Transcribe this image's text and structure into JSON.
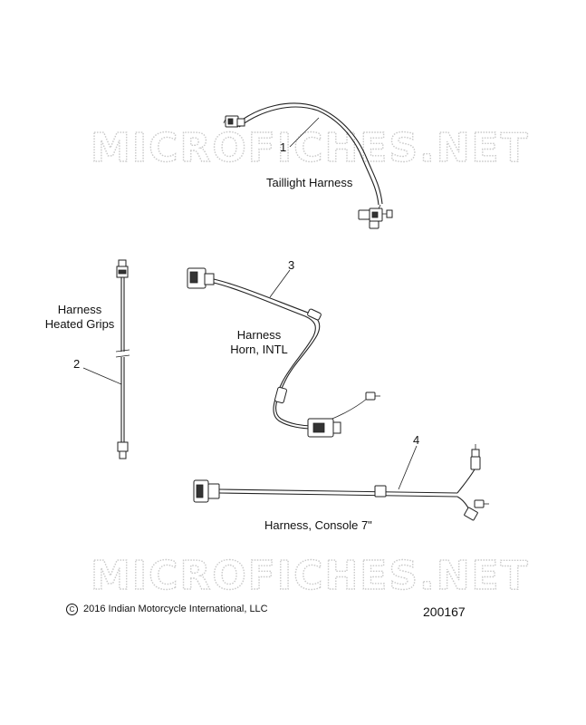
{
  "watermark": "MICROFICHES.NET",
  "callouts": {
    "c1": "1",
    "c2": "2",
    "c3": "3",
    "c4": "4"
  },
  "labels": {
    "taillight": "Taillight Harness",
    "grips_line1": "Harness",
    "grips_line2": "Heated Grips",
    "horn_line1": "Harness",
    "horn_line2": "Horn, INTL",
    "console": "Harness, Console 7\""
  },
  "footer": {
    "copyright_symbol": "C",
    "copyright": "2016 Indian Motorcycle International, LLC",
    "figure_number": "200167"
  }
}
